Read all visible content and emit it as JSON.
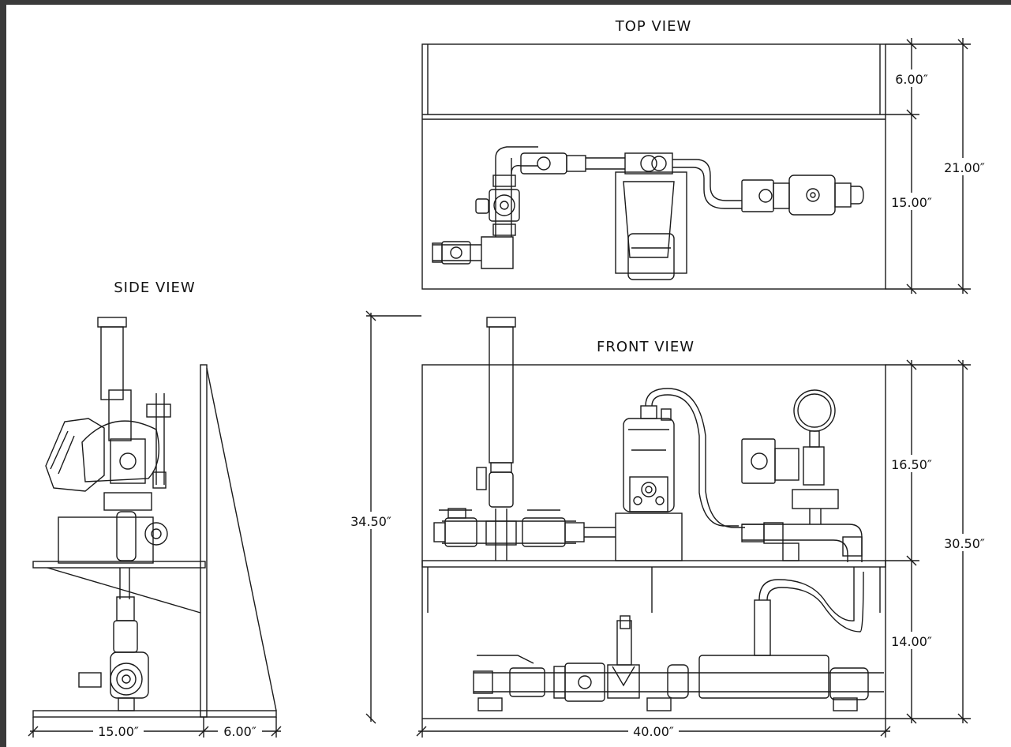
{
  "views": {
    "top": "TOP VIEW",
    "side": "SIDE VIEW",
    "front": "FRONT VIEW"
  },
  "dimensions": {
    "top_depth_upper": "6.00″",
    "top_depth_lower": "15.00″",
    "top_total": "21.00″",
    "overall_height": "34.50″",
    "front_upper": "16.50″",
    "front_lower": "14.00″",
    "front_total": "30.50″",
    "front_width": "40.00″",
    "side_depth": "15.00″",
    "side_brace": "6.00″"
  },
  "colors": {
    "line": "#1a1a1a",
    "frame": "#3a3a3a",
    "background": "#ffffff"
  }
}
